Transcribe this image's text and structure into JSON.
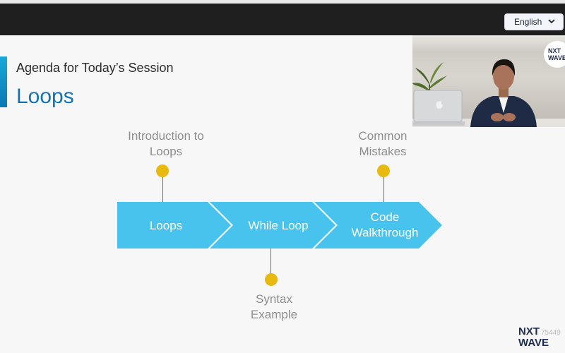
{
  "topbar": {
    "language": "English",
    "chevron_icon": "chevron-down-icon"
  },
  "slide": {
    "subtitle": "Agenda for Today’s Session",
    "title": "Loops",
    "steps": [
      {
        "label": "Loops",
        "note_line1": "Introduction to",
        "note_line2": "Loops",
        "note_position": "above"
      },
      {
        "label": "While Loop",
        "note_line1": "Syntax",
        "note_line2": "Example",
        "note_position": "below"
      },
      {
        "label_line1": "Code",
        "label_line2": "Walkthrough",
        "note_line1": "Common",
        "note_line2": "Mistakes",
        "note_position": "above"
      }
    ],
    "colors": {
      "arrow": "#47c3ee",
      "dot": "#e8b90e",
      "title": "#1673b3"
    }
  },
  "video": {
    "logo_line1": "NXT",
    "logo_line2": "WAVE"
  },
  "footer": {
    "logo_line1": "NXT",
    "logo_line2": "WAVE",
    "number": "75449"
  }
}
